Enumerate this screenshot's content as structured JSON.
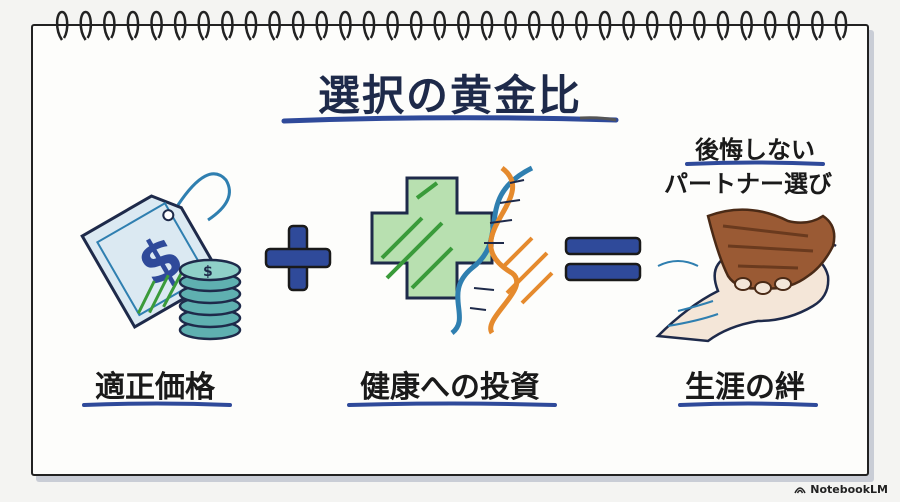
{
  "title": "選択の黄金比",
  "items": [
    {
      "label": "適正価格",
      "icon": "price-tag-coins-icon"
    },
    {
      "label": "健康への投資",
      "icon": "health-cross-dna-icon"
    },
    {
      "label": "生涯の絆",
      "icon": "hand-paw-icon"
    }
  ],
  "operators": {
    "plus": "+",
    "equals": "="
  },
  "caption": {
    "line1": "後悔しない",
    "line2": "パートナー選び"
  },
  "brand": "NotebookLM",
  "colors": {
    "navy": "#2f4a9a",
    "green": "#3a9b3a",
    "orange": "#e58a2d",
    "brown": "#8a4a2a",
    "teal": "#2f7fb0"
  }
}
